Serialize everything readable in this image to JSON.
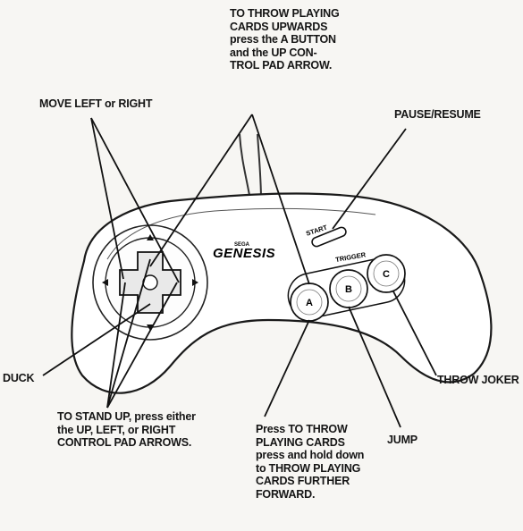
{
  "console": {
    "brand": "SEGA",
    "logo": "GENESIS",
    "start_label": "START",
    "trigger_label": "TRIGGER"
  },
  "buttons": {
    "a": "A",
    "b": "B",
    "c": "C"
  },
  "labels": {
    "throw_up": "TO THROW PLAYING\nCARDS UPWARDS\npress the A BUTTON\nand the UP CON-\nTROL PAD ARROW.",
    "move": "MOVE LEFT or RIGHT",
    "pause": "PAUSE/RESUME",
    "duck": "DUCK",
    "stand_up": "TO STAND UP, press either\nthe UP, LEFT, or RIGHT\nCONTROL PAD ARROWS.",
    "throw_cards": "Press TO THROW\nPLAYING CARDS\npress and hold down\nto THROW PLAYING\nCARDS FURTHER\nFORWARD.",
    "jump": "JUMP",
    "throw_joker": "THROW JOKER"
  }
}
